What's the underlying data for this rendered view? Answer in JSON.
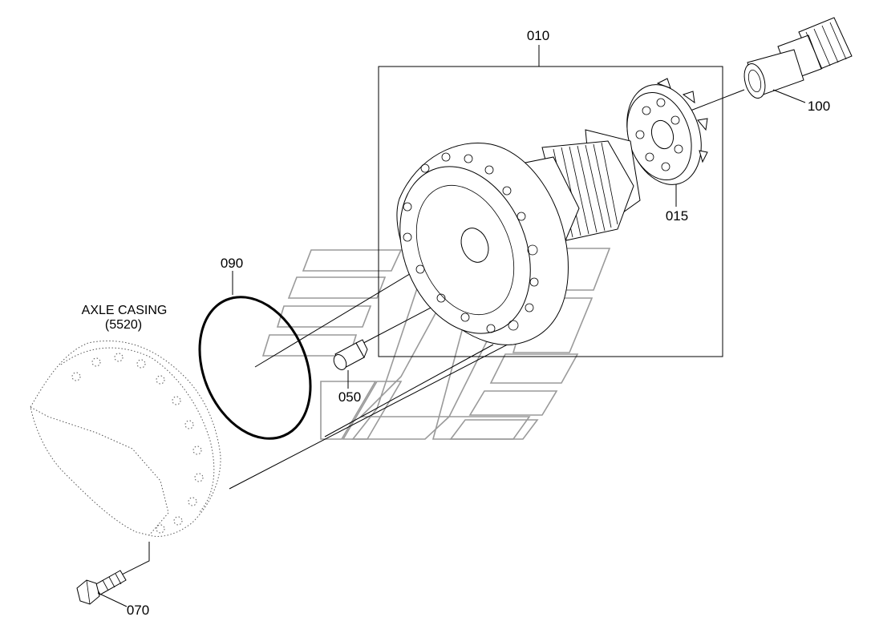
{
  "callouts": {
    "p010": "010",
    "p015": "015",
    "p050": "050",
    "p070": "070",
    "p090": "090",
    "p100": "100"
  },
  "axle_casing": {
    "title": "AXLE CASING",
    "ref": "(5520)"
  }
}
